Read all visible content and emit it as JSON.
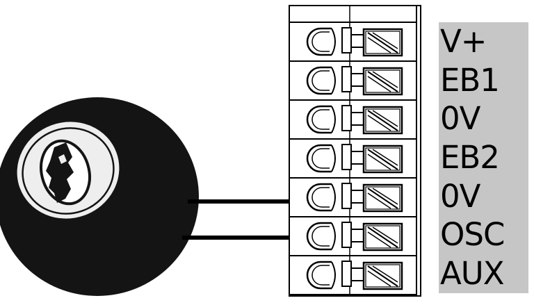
{
  "terminals": [
    {
      "label": "V+"
    },
    {
      "label": "EB1"
    },
    {
      "label": "0V"
    },
    {
      "label": "EB2"
    },
    {
      "label": "0V"
    },
    {
      "label": "OSC"
    },
    {
      "label": "AUX"
    }
  ],
  "connected_terminals": [
    "0V",
    "OSC"
  ],
  "colors": {
    "label_background": "#c6c6c6",
    "ink": "#000000",
    "switch_body": "#141414",
    "switch_bezel": "#eeeeee",
    "wire": "#000000"
  },
  "icons": {
    "key_switch": "key-switch-icon",
    "key": "key-icon",
    "terminal_screw": "terminal-screw-icon",
    "terminal_clamp": "terminal-clamp-icon"
  }
}
